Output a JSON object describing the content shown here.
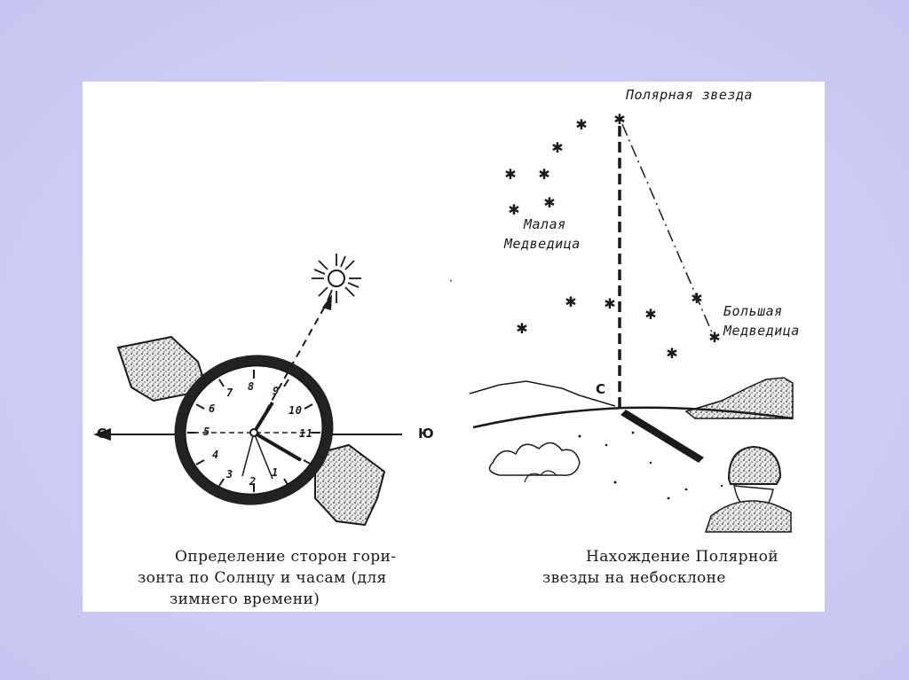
{
  "left_figure": {
    "label_north": "С",
    "label_south": "Ю",
    "dial_numbers": [
      "8",
      "9",
      "10",
      "11",
      "1",
      "2",
      "3",
      "4",
      "5",
      "6",
      "7"
    ],
    "caption_line1": "Определение сторон гори-",
    "caption_line2": "зонта  по  Солнцу  и  часам   (для",
    "caption_line3": "зимнего времени)"
  },
  "right_figure": {
    "label_polaris": "Полярная звезда",
    "label_ursa_minor_1": "Малая",
    "label_ursa_minor_2": "Медведица",
    "label_ursa_major_1": "Большая",
    "label_ursa_major_2": "Медведица",
    "label_north": "С",
    "caption_line1": "Нахождение  Полярной",
    "caption_line2": "звезды на небосклоне"
  },
  "colors": {
    "background": "#c9c9f3",
    "panel": "#ffffff",
    "ink": "#1a1a1a"
  }
}
